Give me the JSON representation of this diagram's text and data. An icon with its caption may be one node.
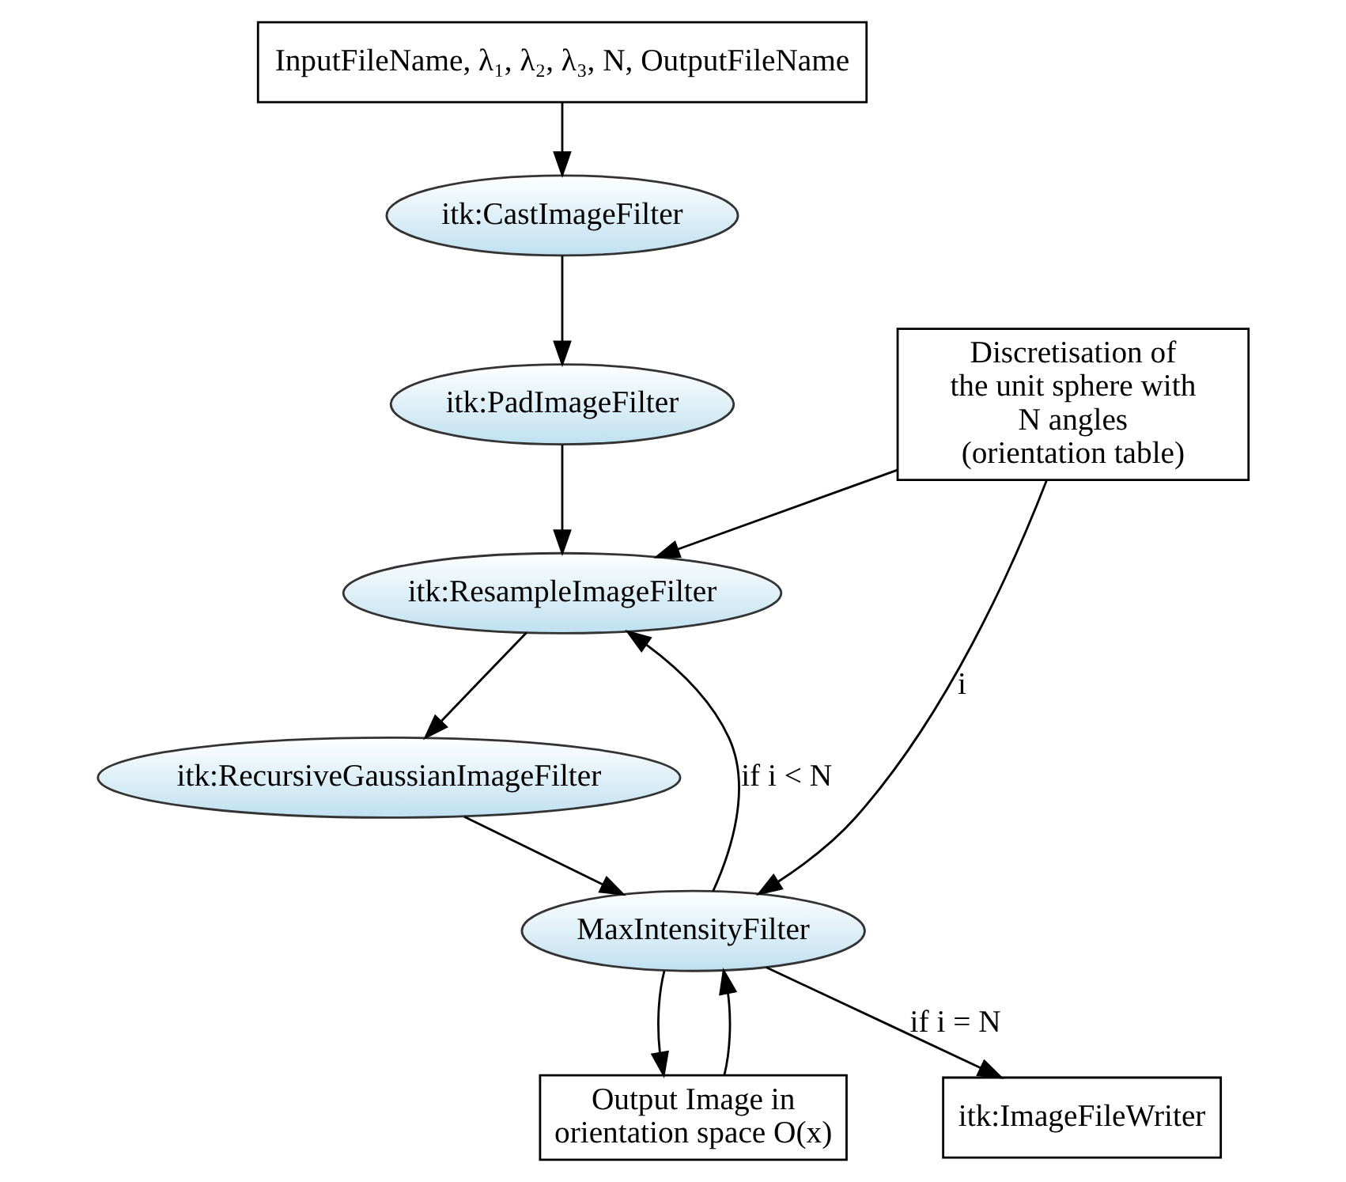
{
  "diagram": {
    "nodes": [
      {
        "text": [
          "InputFileName, λ₁, λ₂, λ₃, N, OutputFileName"
        ]
      },
      {
        "text": [
          "itk:CastImageFilter"
        ]
      },
      {
        "text": [
          "itk:PadImageFilter"
        ]
      },
      {
        "text": [
          "Discretisation of the unit sphere with N angles (orientation table)"
        ]
      },
      {
        "text": [
          "itk:ResampleImageFilter"
        ]
      },
      {
        "text": [
          "itk:RecursiveGaussianImageFilter"
        ]
      },
      {
        "text": [
          "MaxIntensityFilter"
        ]
      },
      {
        "text": [
          "Output Image in orientation space O(x)"
        ]
      },
      {
        "text": [
          "itk:ImageFileWriter"
        ]
      }
    ],
    "edges": [
      {
        "from": 0,
        "to": 1,
        "arrow": "to"
      },
      {
        "from": 1,
        "to": 2,
        "arrow": "to"
      },
      {
        "from": 2,
        "to": 4,
        "arrow": "to"
      },
      {
        "from": 3,
        "to": 4,
        "arrow": "to"
      },
      {
        "from": 4,
        "to": 5,
        "arrow": "to"
      },
      {
        "from": 5,
        "to": 6,
        "arrow": "to"
      },
      {
        "from": 3,
        "to": 6,
        "arrow": "to",
        "label": "i"
      },
      {
        "from": 6,
        "to": 4,
        "arrow": "to",
        "label": "if i < N"
      },
      {
        "from": 6,
        "to": 7,
        "arrow": "to"
      },
      {
        "from": 7,
        "to": 6,
        "arrow": "to"
      },
      {
        "from": 6,
        "to": 8,
        "arrow": "to",
        "label": "if i = N"
      }
    ]
  }
}
